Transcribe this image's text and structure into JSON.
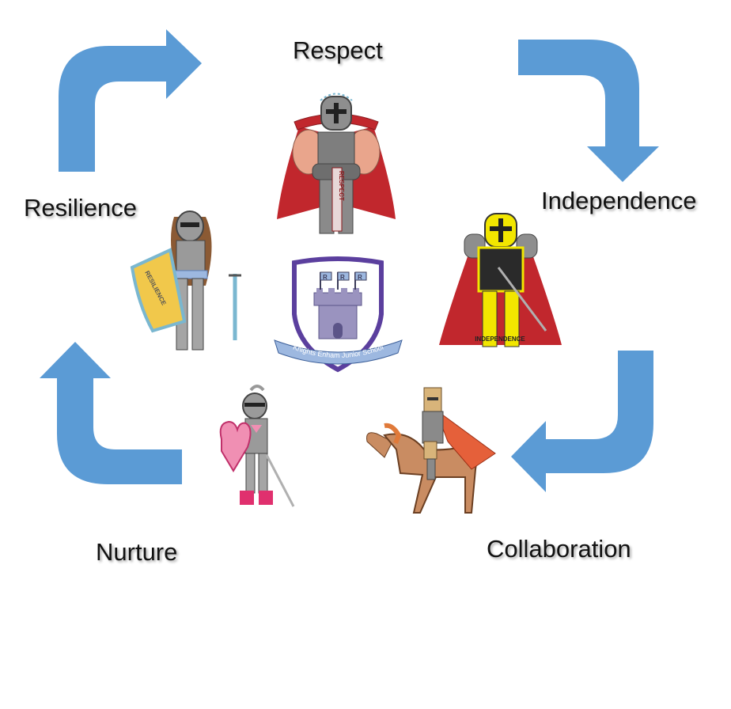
{
  "values": {
    "respect": "Respect",
    "independence": "Independence",
    "collaboration": "Collaboration",
    "nurture": "Nurture",
    "resilience": "Resilience"
  },
  "crest": {
    "school_name": "Knights Enham Junior School",
    "flag_letter": "R"
  },
  "knight_banners": {
    "respect": "RESPECT",
    "independence": "INDEPENDENCE",
    "resilience": "RESILIENCE"
  },
  "colors": {
    "arrow": "#5b9bd5",
    "crest_purple": "#5b3f9e",
    "crest_light": "#9db8e0",
    "cape_red": "#c1272d",
    "armor_grey": "#8a8a8a",
    "independence_yellow": "#f2e600"
  }
}
